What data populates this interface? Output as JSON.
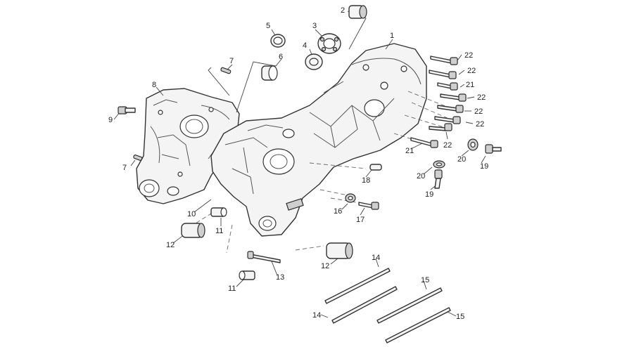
{
  "callouts": [
    {
      "id": "c1",
      "text": "1"
    },
    {
      "id": "c2",
      "text": "2"
    },
    {
      "id": "c3",
      "text": "3"
    },
    {
      "id": "c4",
      "text": "4"
    },
    {
      "id": "c5",
      "text": "5"
    },
    {
      "id": "c6",
      "text": "6"
    },
    {
      "id": "c7a",
      "text": "7"
    },
    {
      "id": "c7b",
      "text": "7"
    },
    {
      "id": "c8",
      "text": "8"
    },
    {
      "id": "c9",
      "text": "9"
    },
    {
      "id": "c10",
      "text": "10"
    },
    {
      "id": "c11a",
      "text": "11"
    },
    {
      "id": "c11b",
      "text": "11"
    },
    {
      "id": "c12a",
      "text": "12"
    },
    {
      "id": "c12b",
      "text": "12"
    },
    {
      "id": "c13",
      "text": "13"
    },
    {
      "id": "c14a",
      "text": "14"
    },
    {
      "id": "c14b",
      "text": "14"
    },
    {
      "id": "c15a",
      "text": "15"
    },
    {
      "id": "c15b",
      "text": "15"
    },
    {
      "id": "c16",
      "text": "16"
    },
    {
      "id": "c17",
      "text": "17"
    },
    {
      "id": "c18",
      "text": "18"
    },
    {
      "id": "c19a",
      "text": "19"
    },
    {
      "id": "c19b",
      "text": "19"
    },
    {
      "id": "c20a",
      "text": "20"
    },
    {
      "id": "c20b",
      "text": "20"
    },
    {
      "id": "c21a",
      "text": "21"
    },
    {
      "id": "c21b",
      "text": "21"
    },
    {
      "id": "c22a",
      "text": "22"
    },
    {
      "id": "c22b",
      "text": "22"
    },
    {
      "id": "c22c",
      "text": "22"
    },
    {
      "id": "c22d",
      "text": "22"
    },
    {
      "id": "c22e",
      "text": "22"
    },
    {
      "id": "c22f",
      "text": "22"
    }
  ]
}
